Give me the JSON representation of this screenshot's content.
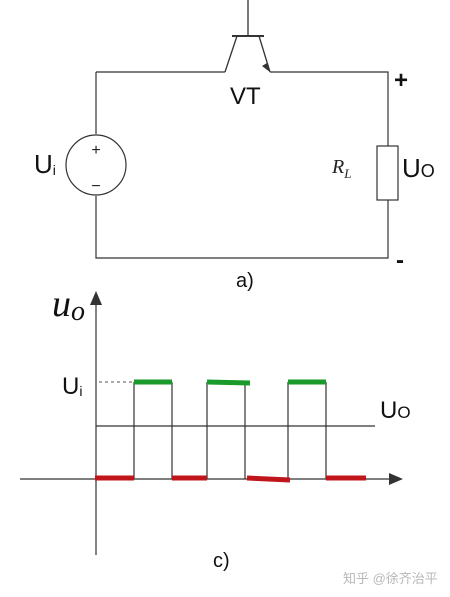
{
  "circuit": {
    "transistor_label": "VT",
    "source_label_main": "U",
    "source_label_sub": "i",
    "source_plus": "+",
    "source_minus": "−",
    "load_label_main": "R",
    "load_label_sub": "L",
    "output_label_main": "U",
    "output_label_sub": "O",
    "terminal_plus": "+",
    "terminal_minus": "-",
    "caption": "a)"
  },
  "waveform": {
    "y_axis_main": "u",
    "y_axis_sub": "o",
    "level_ui_main": "U",
    "level_ui_sub": "i",
    "level_uo_main": "U",
    "level_uo_sub": "O",
    "caption": "c)",
    "colors": {
      "high_segment": "#1a9a2a",
      "low_segment": "#c0151a",
      "line": "#222222"
    }
  },
  "watermark": "知乎 @徐齐治平"
}
